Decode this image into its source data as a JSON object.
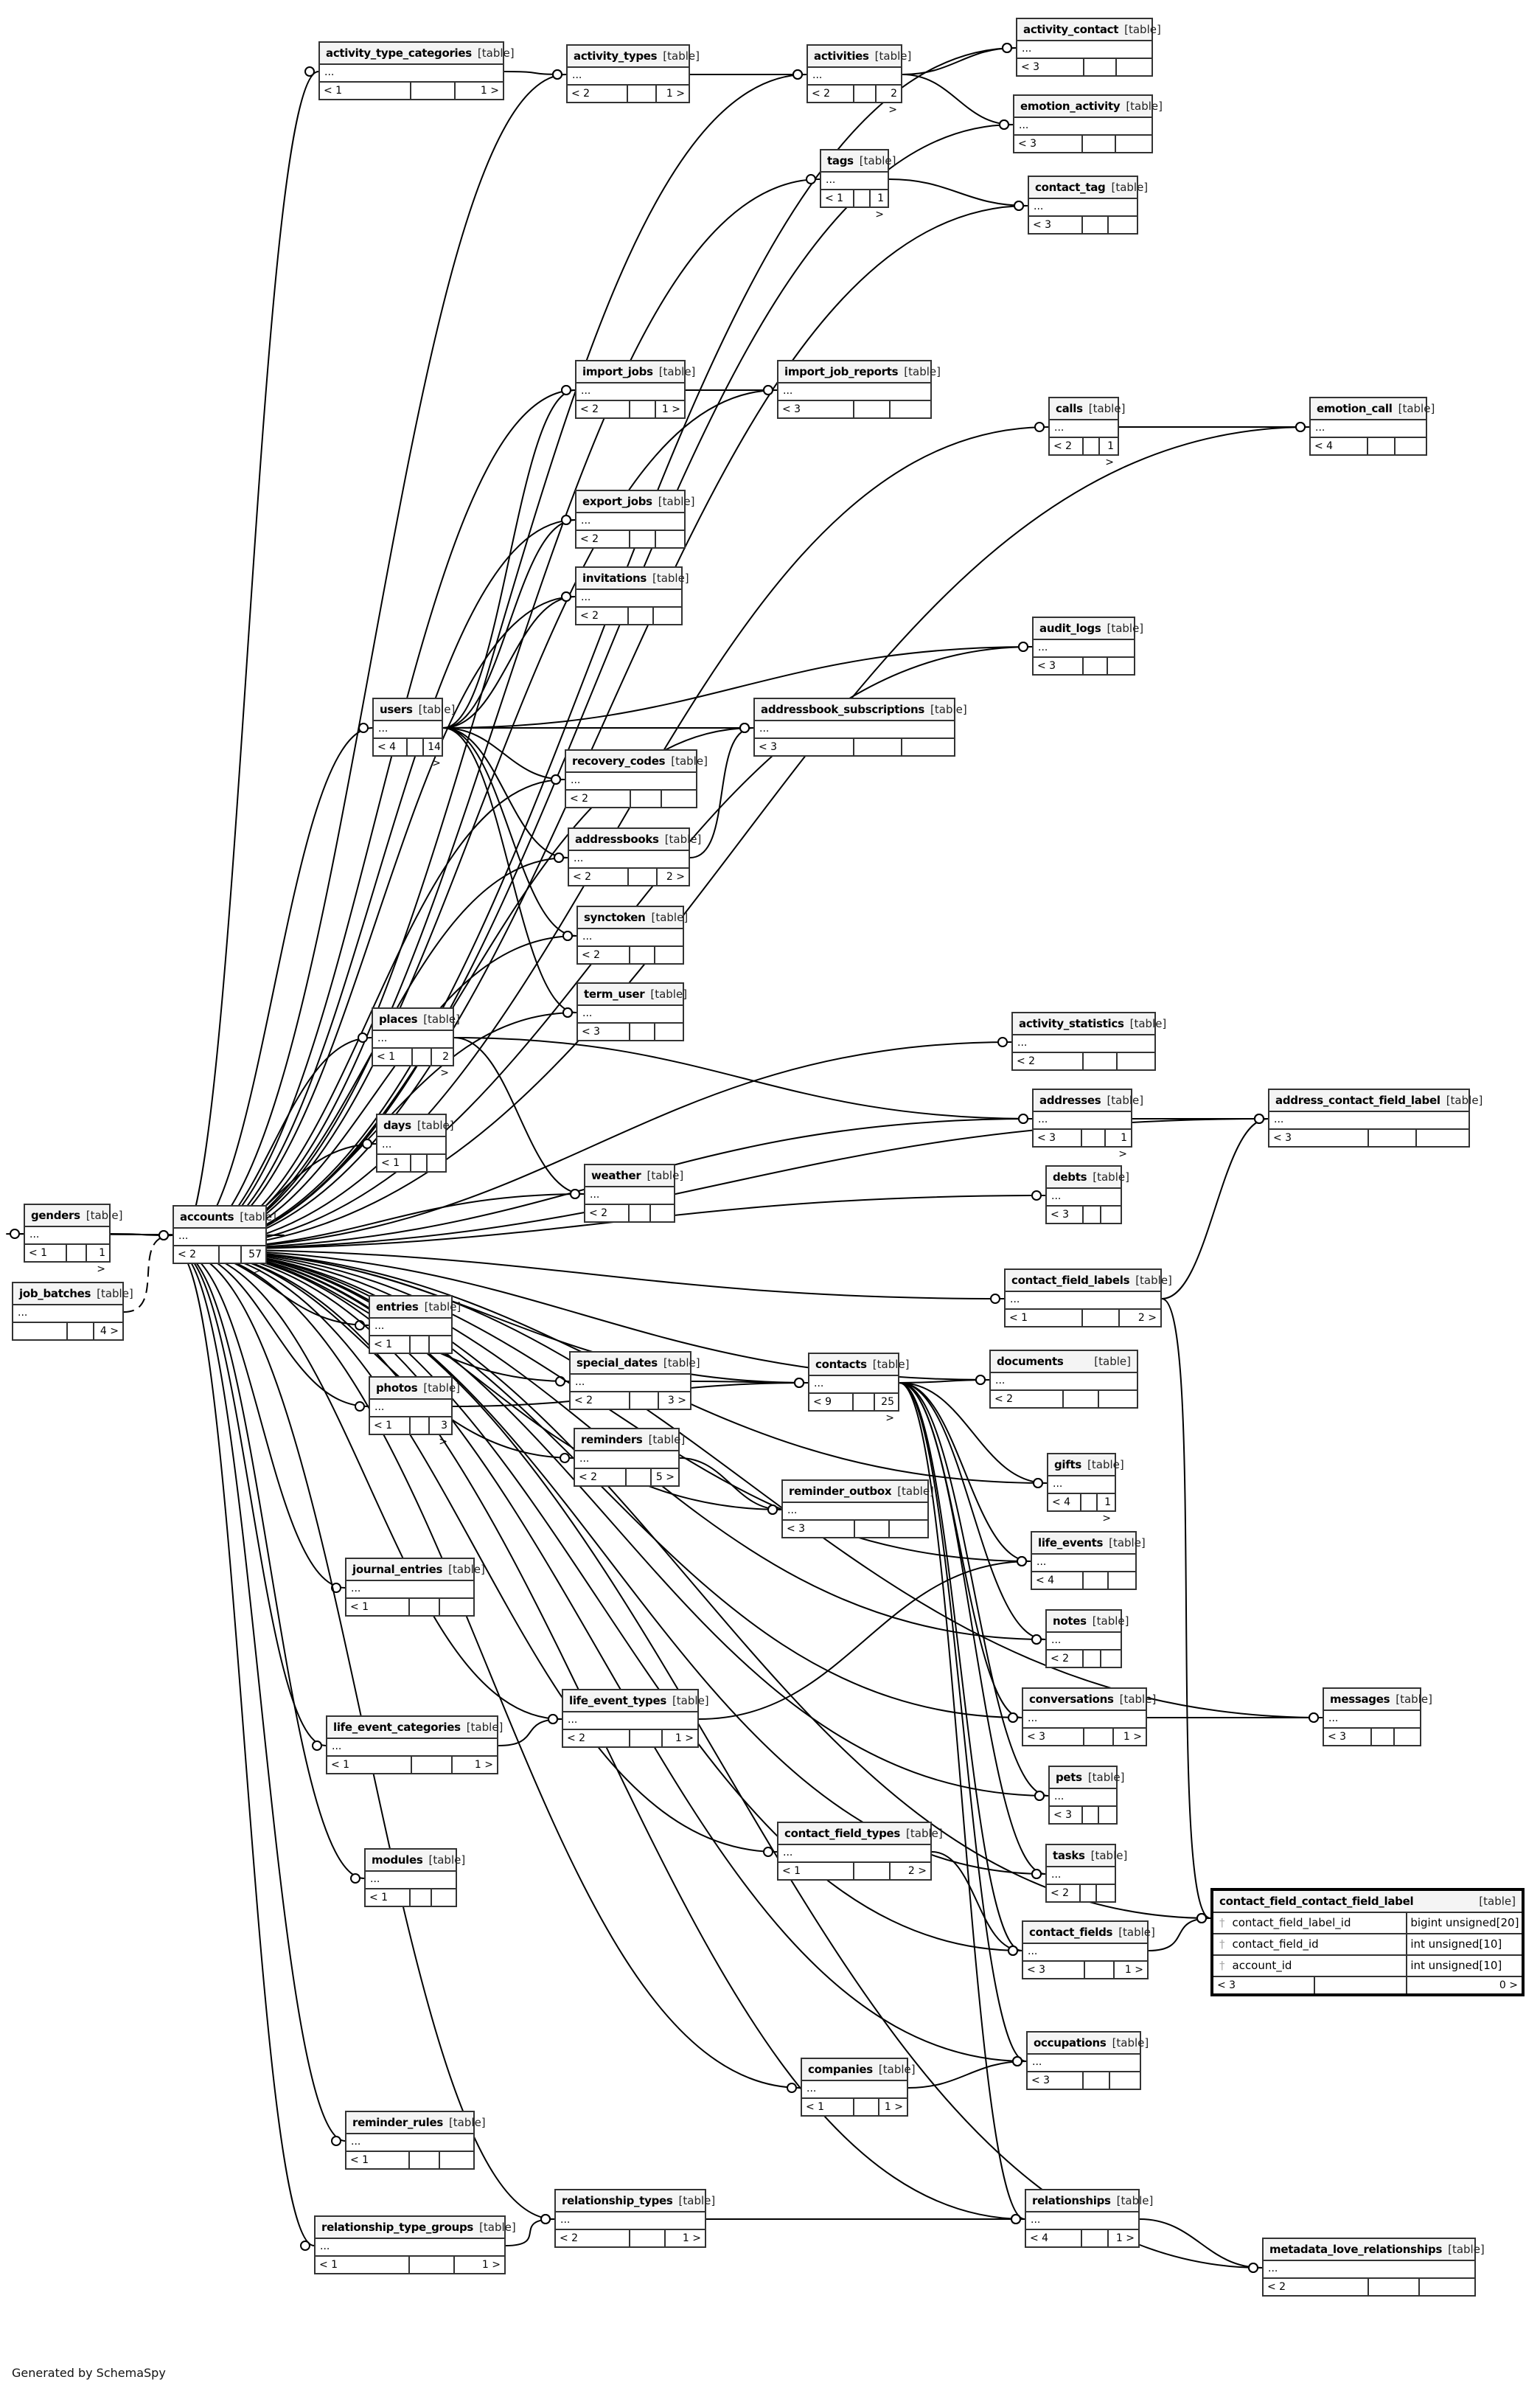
{
  "diagram": {
    "table_tag": "[table]",
    "footer": "Generated by SchemaSpy",
    "tables": [
      {
        "id": "activity_type_categories",
        "name": "activity_type_categories",
        "cols": "...",
        "parents": "< 1",
        "children": "1 >"
      },
      {
        "id": "activity_types",
        "name": "activity_types",
        "cols": "...",
        "parents": "< 2",
        "children": "1 >"
      },
      {
        "id": "activities",
        "name": "activities",
        "cols": "...",
        "parents": "< 2",
        "children": "2 >"
      },
      {
        "id": "activity_contact",
        "name": "activity_contact",
        "cols": "...",
        "parents": "< 3",
        "children": ""
      },
      {
        "id": "emotion_activity",
        "name": "emotion_activity",
        "cols": "...",
        "parents": "< 3",
        "children": ""
      },
      {
        "id": "tags",
        "name": "tags",
        "cols": "...",
        "parents": "< 1",
        "children": "1 >"
      },
      {
        "id": "contact_tag",
        "name": "contact_tag",
        "cols": "...",
        "parents": "< 3",
        "children": ""
      },
      {
        "id": "import_jobs",
        "name": "import_jobs",
        "cols": "...",
        "parents": "< 2",
        "children": "1 >"
      },
      {
        "id": "import_job_reports",
        "name": "import_job_reports",
        "cols": "...",
        "parents": "< 3",
        "children": ""
      },
      {
        "id": "calls",
        "name": "calls",
        "cols": "...",
        "parents": "< 2",
        "children": "1 >"
      },
      {
        "id": "emotion_call",
        "name": "emotion_call",
        "cols": "...",
        "parents": "< 4",
        "children": ""
      },
      {
        "id": "export_jobs",
        "name": "export_jobs",
        "cols": "...",
        "parents": "< 2",
        "children": ""
      },
      {
        "id": "invitations",
        "name": "invitations",
        "cols": "...",
        "parents": "< 2",
        "children": ""
      },
      {
        "id": "audit_logs",
        "name": "audit_logs",
        "cols": "...",
        "parents": "< 3",
        "children": ""
      },
      {
        "id": "users",
        "name": "users",
        "cols": "...",
        "parents": "< 4",
        "children": "14 >"
      },
      {
        "id": "addressbook_subscriptions",
        "name": "addressbook_subscriptions",
        "cols": "...",
        "parents": "< 3",
        "children": ""
      },
      {
        "id": "recovery_codes",
        "name": "recovery_codes",
        "cols": "...",
        "parents": "< 2",
        "children": ""
      },
      {
        "id": "addressbooks",
        "name": "addressbooks",
        "cols": "...",
        "parents": "< 2",
        "children": "2 >"
      },
      {
        "id": "synctoken",
        "name": "synctoken",
        "cols": "...",
        "parents": "< 2",
        "children": ""
      },
      {
        "id": "term_user",
        "name": "term_user",
        "cols": "...",
        "parents": "< 3",
        "children": ""
      },
      {
        "id": "places",
        "name": "places",
        "cols": "...",
        "parents": "< 1",
        "children": "2 >"
      },
      {
        "id": "activity_statistics",
        "name": "activity_statistics",
        "cols": "...",
        "parents": "< 2",
        "children": ""
      },
      {
        "id": "addresses",
        "name": "addresses",
        "cols": "...",
        "parents": "< 3",
        "children": "1 >"
      },
      {
        "id": "address_contact_field_label",
        "name": "address_contact_field_label",
        "cols": "...",
        "parents": "< 3",
        "children": ""
      },
      {
        "id": "days",
        "name": "days",
        "cols": "...",
        "parents": "< 1",
        "children": ""
      },
      {
        "id": "debts",
        "name": "debts",
        "cols": "...",
        "parents": "< 3",
        "children": ""
      },
      {
        "id": "weather",
        "name": "weather",
        "cols": "...",
        "parents": "< 2",
        "children": ""
      },
      {
        "id": "genders",
        "name": "genders",
        "cols": "...",
        "parents": "< 1",
        "children": "1 >"
      },
      {
        "id": "accounts",
        "name": "accounts",
        "cols": "...",
        "parents": "< 2",
        "children": "57 >"
      },
      {
        "id": "job_batches",
        "name": "job_batches",
        "cols": "...",
        "parents": "",
        "children": "4 >"
      },
      {
        "id": "contact_field_labels",
        "name": "contact_field_labels",
        "cols": "...",
        "parents": "< 1",
        "children": "2 >"
      },
      {
        "id": "entries",
        "name": "entries",
        "cols": "...",
        "parents": "< 1",
        "children": ""
      },
      {
        "id": "documents",
        "name": "documents",
        "cols": "...",
        "parents": "< 2",
        "children": ""
      },
      {
        "id": "special_dates",
        "name": "special_dates",
        "cols": "...",
        "parents": "< 2",
        "children": "3 >"
      },
      {
        "id": "contacts",
        "name": "contacts",
        "cols": "...",
        "parents": "< 9",
        "children": "25 >"
      },
      {
        "id": "photos",
        "name": "photos",
        "cols": "...",
        "parents": "< 1",
        "children": "3 >"
      },
      {
        "id": "reminders",
        "name": "reminders",
        "cols": "...",
        "parents": "< 2",
        "children": "5 >"
      },
      {
        "id": "gifts",
        "name": "gifts",
        "cols": "...",
        "parents": "< 4",
        "children": "1 >"
      },
      {
        "id": "reminder_outbox",
        "name": "reminder_outbox",
        "cols": "...",
        "parents": "< 3",
        "children": ""
      },
      {
        "id": "life_events",
        "name": "life_events",
        "cols": "...",
        "parents": "< 4",
        "children": ""
      },
      {
        "id": "journal_entries",
        "name": "journal_entries",
        "cols": "...",
        "parents": "< 1",
        "children": ""
      },
      {
        "id": "notes",
        "name": "notes",
        "cols": "...",
        "parents": "< 2",
        "children": ""
      },
      {
        "id": "life_event_types",
        "name": "life_event_types",
        "cols": "...",
        "parents": "< 2",
        "children": "1 >"
      },
      {
        "id": "conversations",
        "name": "conversations",
        "cols": "...",
        "parents": "< 3",
        "children": "1 >"
      },
      {
        "id": "messages",
        "name": "messages",
        "cols": "...",
        "parents": "< 3",
        "children": ""
      },
      {
        "id": "life_event_categories",
        "name": "life_event_categories",
        "cols": "...",
        "parents": "< 1",
        "children": "1 >"
      },
      {
        "id": "pets",
        "name": "pets",
        "cols": "...",
        "parents": "< 3",
        "children": ""
      },
      {
        "id": "contact_field_types",
        "name": "contact_field_types",
        "cols": "...",
        "parents": "< 1",
        "children": "2 >"
      },
      {
        "id": "modules",
        "name": "modules",
        "cols": "...",
        "parents": "< 1",
        "children": ""
      },
      {
        "id": "tasks",
        "name": "tasks",
        "cols": "...",
        "parents": "< 2",
        "children": ""
      },
      {
        "id": "contact_fields",
        "name": "contact_fields",
        "cols": "...",
        "parents": "< 3",
        "children": "1 >"
      },
      {
        "id": "occupations",
        "name": "occupations",
        "cols": "...",
        "parents": "< 3",
        "children": ""
      },
      {
        "id": "companies",
        "name": "companies",
        "cols": "...",
        "parents": "< 1",
        "children": "1 >"
      },
      {
        "id": "reminder_rules",
        "name": "reminder_rules",
        "cols": "...",
        "parents": "< 1",
        "children": ""
      },
      {
        "id": "relationship_types",
        "name": "relationship_types",
        "cols": "...",
        "parents": "< 2",
        "children": "1 >"
      },
      {
        "id": "relationships",
        "name": "relationships",
        "cols": "...",
        "parents": "< 4",
        "children": "1 >"
      },
      {
        "id": "relationship_type_groups",
        "name": "relationship_type_groups",
        "cols": "...",
        "parents": "< 1",
        "children": "1 >"
      },
      {
        "id": "metadata_love_relationships",
        "name": "metadata_love_relationships",
        "cols": "...",
        "parents": "< 2",
        "children": ""
      }
    ],
    "detailed_table": {
      "id": "contact_field_contact_field_label",
      "name": "contact_field_contact_field_label",
      "columns": [
        {
          "name": "contact_field_label_id",
          "type": "bigint unsigned[20]",
          "key_icon": "key-icon"
        },
        {
          "name": "contact_field_id",
          "type": "int unsigned[10]",
          "key_icon": "key-icon"
        },
        {
          "name": "account_id",
          "type": "int unsigned[10]",
          "key_icon": "key-icon"
        }
      ],
      "parents": "< 3",
      "children": "0 >"
    },
    "relationships": [
      [
        "activity_type_categories",
        "activity_types"
      ],
      [
        "activity_types",
        "activities"
      ],
      [
        "activities",
        "activity_contact"
      ],
      [
        "activities",
        "emotion_activity"
      ],
      [
        "tags",
        "contact_tag"
      ],
      [
        "import_jobs",
        "import_job_reports"
      ],
      [
        "calls",
        "emotion_call"
      ],
      [
        "addressbooks",
        "addressbook_subscriptions"
      ],
      [
        "addresses",
        "address_contact_field_label"
      ],
      [
        "contact_field_labels",
        "address_contact_field_label"
      ],
      [
        "contact_field_labels",
        "contact_field_contact_field_label"
      ],
      [
        "genders",
        "accounts"
      ],
      [
        "accounts",
        "genders"
      ],
      [
        "job_batches",
        "accounts"
      ],
      [
        "places",
        "addresses"
      ],
      [
        "places",
        "weather"
      ],
      [
        "photos",
        "contacts"
      ],
      [
        "special_dates",
        "contacts"
      ],
      [
        "reminders",
        "reminder_outbox"
      ],
      [
        "contacts",
        "documents"
      ],
      [
        "contacts",
        "gifts"
      ],
      [
        "contacts",
        "life_events"
      ],
      [
        "contacts",
        "notes"
      ],
      [
        "contacts",
        "conversations"
      ],
      [
        "contacts",
        "pets"
      ],
      [
        "contacts",
        "tasks"
      ],
      [
        "contacts",
        "contact_fields"
      ],
      [
        "contacts",
        "occupations"
      ],
      [
        "contacts",
        "relationships"
      ],
      [
        "conversations",
        "messages"
      ],
      [
        "life_event_categories",
        "life_event_types"
      ],
      [
        "life_event_types",
        "life_events"
      ],
      [
        "contact_field_types",
        "contact_fields"
      ],
      [
        "contact_fields",
        "contact_field_contact_field_label"
      ],
      [
        "companies",
        "occupations"
      ],
      [
        "relationship_type_groups",
        "relationship_types"
      ],
      [
        "relationship_types",
        "relationships"
      ],
      [
        "relationships",
        "metadata_love_relationships"
      ],
      [
        "users",
        "import_jobs"
      ],
      [
        "users",
        "export_jobs"
      ],
      [
        "users",
        "invitations"
      ],
      [
        "users",
        "recovery_codes"
      ],
      [
        "users",
        "addressbooks"
      ],
      [
        "users",
        "synctoken"
      ],
      [
        "users",
        "term_user"
      ],
      [
        "users",
        "audit_logs"
      ],
      [
        "users",
        "addressbook_subscriptions"
      ]
    ]
  }
}
